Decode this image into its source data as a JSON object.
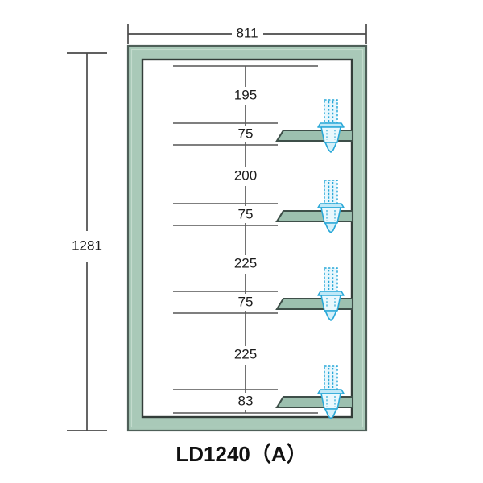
{
  "drawing": {
    "title": "LD1240（A）",
    "overall": {
      "width_label": "811",
      "height_label": "1281"
    },
    "dimension_chain": [
      {
        "label": "195",
        "kind": "gap"
      },
      {
        "label": "75",
        "kind": "shelf"
      },
      {
        "label": "200",
        "kind": "gap"
      },
      {
        "label": "75",
        "kind": "shelf"
      },
      {
        "label": "225",
        "kind": "gap"
      },
      {
        "label": "75",
        "kind": "shelf"
      },
      {
        "label": "225",
        "kind": "gap"
      },
      {
        "label": "83",
        "kind": "shelf"
      }
    ],
    "shelves": [
      {
        "index": "1",
        "thickness_label": "75"
      },
      {
        "index": "2",
        "thickness_label": "75"
      },
      {
        "index": "3",
        "thickness_label": "75"
      },
      {
        "index": "4",
        "thickness_label": "83"
      }
    ],
    "colors": {
      "frame_fill": "#a9c9b8",
      "frame_outline": "#3a4a44",
      "shelf_fill": "#9cc0af",
      "shelf_outline": "#3e4f49",
      "fastener_stroke": "#29a8d8",
      "fastener_fill": "#d8f1fb",
      "dimension_line": "#4a4a4a",
      "text": "#1b1b1b",
      "background": "#ffffff"
    }
  }
}
